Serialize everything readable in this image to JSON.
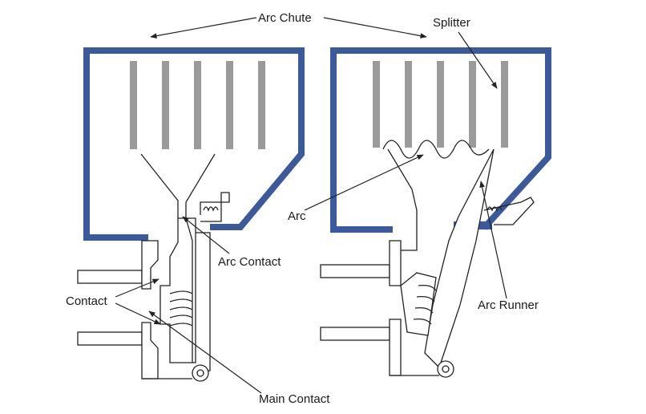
{
  "labels": {
    "arc_chute": "Arc Chute",
    "splitter": "Splitter",
    "arc": "Arc",
    "arc_contact": "Arc Contact",
    "contact": "Contact",
    "arc_runner": "Arc Runner",
    "main_contact": "Main Contact"
  },
  "colors": {
    "chute": "#3a5a9c",
    "splitter_plate": "#9a9a9a",
    "line": "#222222"
  }
}
